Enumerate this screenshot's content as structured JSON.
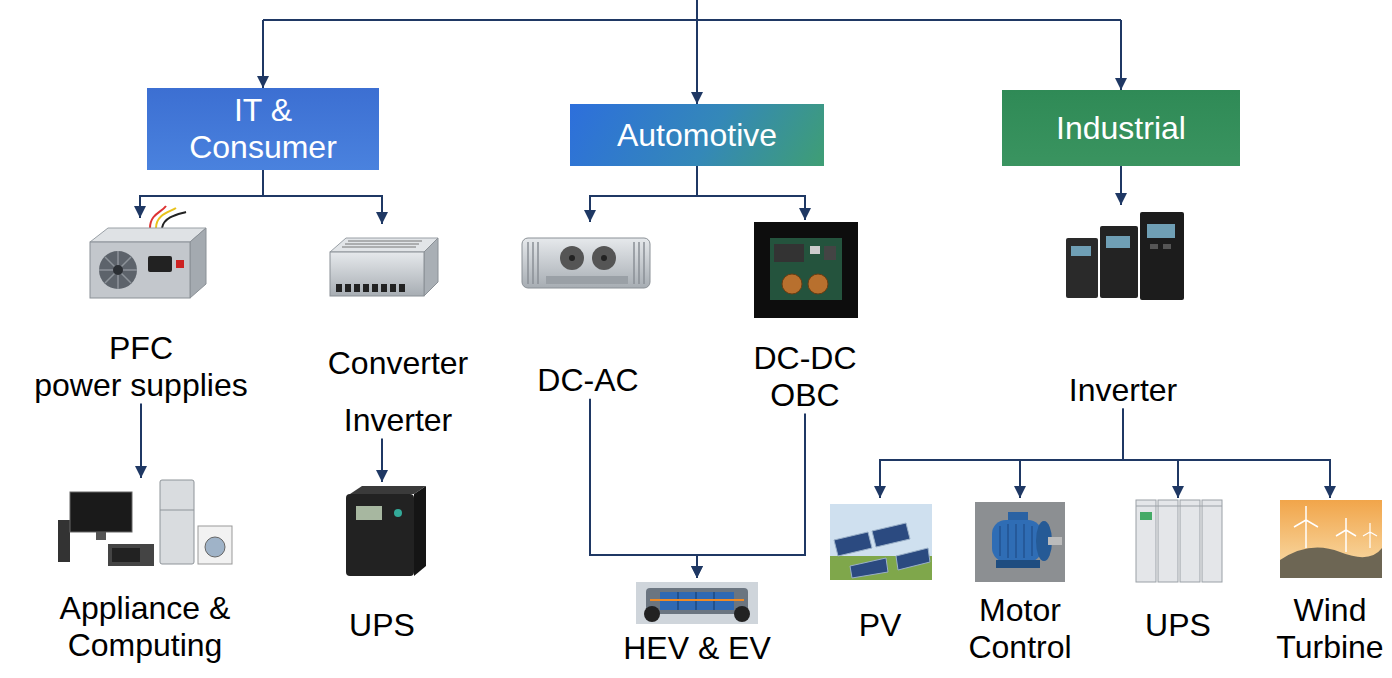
{
  "diagram": {
    "nodes": [
      {
        "text": [
          "IT & Consumer"
        ]
      },
      {
        "text": [
          "Automotive"
        ]
      },
      {
        "text": [
          "Industrial"
        ]
      },
      {
        "text": [
          "PFC",
          "power supplies"
        ]
      },
      {
        "text": [
          "Converter",
          "Inverter"
        ]
      },
      {
        "text": [
          "DC-AC"
        ]
      },
      {
        "text": [
          "DC-DC",
          "OBC"
        ]
      },
      {
        "text": [
          "Inverter"
        ]
      },
      {
        "text": [
          "Appliance & Computing"
        ]
      },
      {
        "text": [
          "UPS"
        ]
      },
      {
        "text": [
          "HEV & EV"
        ]
      },
      {
        "text": [
          "PV"
        ]
      },
      {
        "text": [
          "Motor Control"
        ]
      },
      {
        "text": [
          "UPS"
        ]
      },
      {
        "text": [
          "Wind Turbine"
        ]
      }
    ],
    "edges": [
      {
        "from": 0,
        "to": 3,
        "arrow": "to"
      },
      {
        "from": 0,
        "to": 4,
        "arrow": "to"
      },
      {
        "from": 1,
        "to": 5,
        "arrow": "to"
      },
      {
        "from": 1,
        "to": 6,
        "arrow": "to"
      },
      {
        "from": 2,
        "to": 7,
        "arrow": "to"
      },
      {
        "from": 3,
        "to": 8,
        "arrow": "to"
      },
      {
        "from": 4,
        "to": 9,
        "arrow": "to"
      },
      {
        "from": 5,
        "to": 10,
        "arrow": "to"
      },
      {
        "from": 6,
        "to": 10,
        "arrow": "to"
      },
      {
        "from": 7,
        "to": 11,
        "arrow": "to"
      },
      {
        "from": 7,
        "to": 12,
        "arrow": "to"
      },
      {
        "from": 7,
        "to": 13,
        "arrow": "to"
      },
      {
        "from": 7,
        "to": 14,
        "arrow": "to"
      }
    ]
  }
}
